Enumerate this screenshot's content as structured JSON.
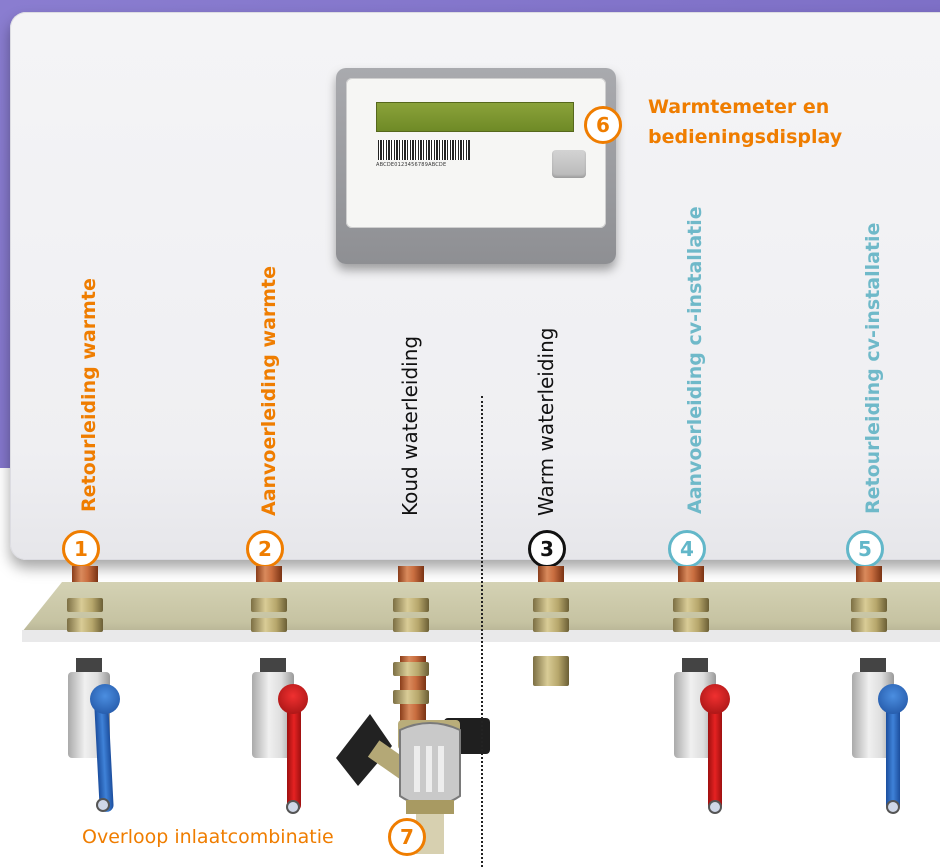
{
  "meter": {
    "barcode_text": "ABCDE0123456789ABCDE",
    "label_number": "6",
    "label_line1": "Warmtemeter en",
    "label_line2": "bedieningsdisplay"
  },
  "pipes": [
    {
      "number": "1",
      "label": "Retourleiding warmte"
    },
    {
      "number": "2",
      "label": "Aanvoerleiding warmte"
    },
    {
      "number": "",
      "label": "Koud waterleiding"
    },
    {
      "number": "3",
      "label": "Warm waterleiding"
    },
    {
      "number": "4",
      "label": "Aanvoerleiding cv-installatie"
    },
    {
      "number": "5",
      "label": "Retourleiding cv-installatie"
    }
  ],
  "overloop": {
    "label": "Overloop inlaatcombinatie",
    "number": "7"
  },
  "colors": {
    "orange": "#ef7d00",
    "teal": "#62b7c9",
    "purple": "#7f70c8"
  }
}
